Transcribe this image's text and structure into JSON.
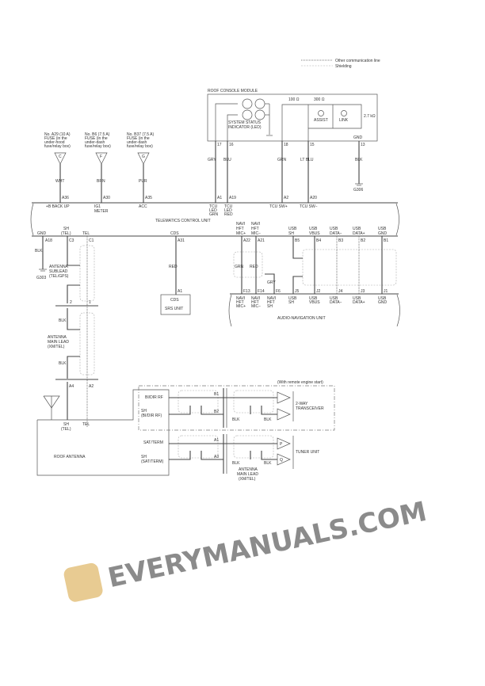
{
  "legend": {
    "comm_line": "Other communication line",
    "shielding": "Shielding"
  },
  "roof_console": {
    "title": "ROOF CONSOLE MODULE",
    "led_label": [
      "SYSTEM STATUS",
      "INDICATOR (LED)"
    ],
    "r1": "100 Ω",
    "r2": "300 Ω",
    "r3": "2.7 kΩ",
    "assist": "ASSIST",
    "link": "LINK",
    "gnd": "GND",
    "pins": [
      "17",
      "16",
      "18",
      "15",
      "13"
    ],
    "wires": [
      "GRY",
      "BLU",
      "GRN",
      "LT BLU",
      "BLK"
    ],
    "ground": "G306"
  },
  "fuses": [
    {
      "lines": [
        "No. A29 (10 A)",
        "FUSE (in the",
        "under-hood",
        "fuse/relay box)"
      ],
      "letter": "C",
      "wire": "WHT",
      "pin": "A36",
      "label": [
        "+B BACK UP"
      ]
    },
    {
      "lines": [
        "No. B6 (7.5 A)",
        "FUSE (in the",
        "under-dash",
        "fuse/relay box)"
      ],
      "letter": "F",
      "wire": "BRN",
      "pin": "A30",
      "label": [
        "IG1",
        "METER"
      ]
    },
    {
      "lines": [
        "No. B37 (7.5 A)",
        "FUSE (in the",
        "under-dash",
        "fuse/relay box)"
      ],
      "letter": "G",
      "wire": "PUR",
      "pin": "A35",
      "label": [
        "ACC"
      ]
    }
  ],
  "tcu": {
    "title": "TELEMATICS CONTROL UNIT",
    "top_pins": [
      "A1",
      "A19",
      "A2",
      "A20"
    ],
    "top_labels": [
      [
        "TCU",
        "LED",
        "GRN"
      ],
      [
        "TCU",
        "LED",
        "RED"
      ],
      [
        "TCU SW+"
      ],
      [
        "TCU SW−"
      ]
    ],
    "bottom_labels": [
      [
        "GND"
      ],
      [
        "SH",
        "(TEL)"
      ],
      [
        "TEL"
      ],
      [
        "CDS"
      ],
      [
        "NAVI",
        "HFT",
        "MIC+"
      ],
      [
        "NAVI",
        "HFT",
        "MIC−"
      ],
      [
        "USB",
        "SH"
      ],
      [
        "USB",
        "VBUS"
      ],
      [
        "USB",
        "DATA−"
      ],
      [
        "USB",
        "DATA+"
      ],
      [
        "USB",
        "GND"
      ]
    ],
    "bottom_pins": [
      "A18",
      "C3",
      "C1",
      "A31",
      "A22",
      "A21",
      "B5",
      "B4",
      "B3",
      "B2",
      "B1"
    ]
  },
  "gnd_wire": "BLK",
  "gnd_ground": "G303",
  "srs": {
    "wire": "RED",
    "pin": "A1",
    "label": "CDS",
    "title": "SRS UNIT"
  },
  "audio_nav": {
    "title": "AUDIO-NAVIGATION UNIT",
    "pins": [
      "F13",
      "F14",
      "F6",
      "J5",
      "J2",
      "J4",
      "J3",
      "J1"
    ],
    "labels": [
      [
        "NAVI",
        "HFT",
        "MIC+"
      ],
      [
        "NAVI",
        "HFT",
        "MIC−"
      ],
      [
        "NAVI",
        "HFT",
        "SH"
      ],
      [
        "USB",
        "SH"
      ],
      [
        "USB",
        "VBUS"
      ],
      [
        "USB",
        "DATA−"
      ],
      [
        "USB",
        "DATA+"
      ],
      [
        "USB",
        "GND"
      ]
    ],
    "wires": [
      "GRN",
      "RED",
      "GRY"
    ]
  },
  "antenna": {
    "sublead": [
      "ANTENNA",
      "SUBLEAD",
      "(TEL/GPS)"
    ],
    "conn_pins": [
      "2",
      "1"
    ],
    "wire1": "BLK",
    "main_lead": [
      "ANTENNA",
      "MAIN LEAD",
      "(XM/TEL)"
    ],
    "wire2": "BLK",
    "roof_pins": [
      "A4",
      "A2"
    ],
    "sh_tel": [
      "SH",
      "(TEL)"
    ],
    "tel": "TEL",
    "title": "ROOF ANTENNA",
    "bidir": "BI/DIR RF",
    "sh_bidir": [
      "SH",
      "(BI/DIR RF)"
    ],
    "sat": "SAT/TERM",
    "sh_sat": [
      "SH",
      "(SAT/TERM)"
    ]
  },
  "remote": {
    "note": "(With remote engine start)",
    "pins": [
      "B1",
      "B2"
    ],
    "blk": "BLK",
    "transceiver": [
      "2-WAY",
      "TRANSCEIVER"
    ]
  },
  "tuner": {
    "pins": [
      "A1",
      "A3"
    ],
    "blk": "BLK",
    "p": "P",
    "q": "Q",
    "title": "TUNER UNIT",
    "lead": [
      "ANTENNA",
      "MAIN LEAD",
      "(XM/TEL)"
    ]
  },
  "watermark": "EVERYMANUALS.COM"
}
